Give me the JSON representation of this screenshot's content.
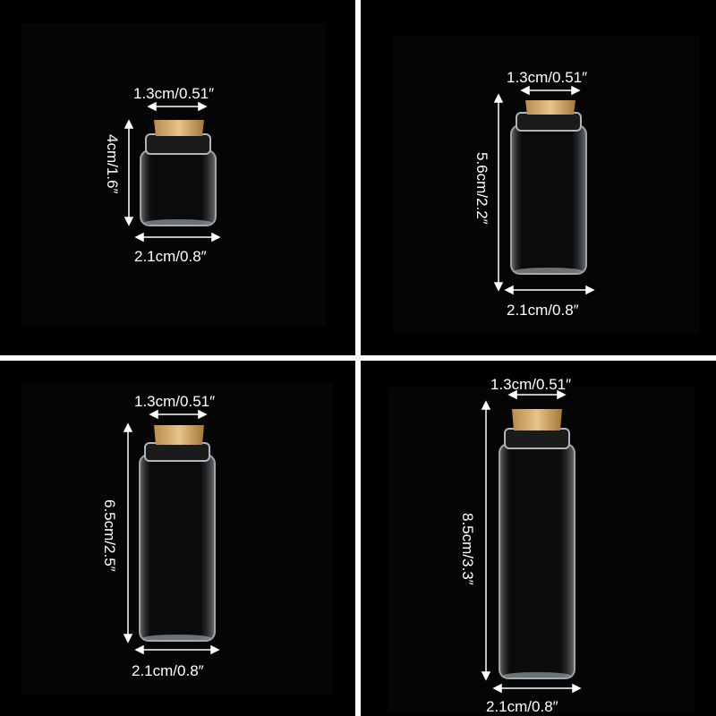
{
  "panels": [
    {
      "neck": "1.3cm/0.51″",
      "height": "4cm/1.6″",
      "width": "2.1cm/0.8″"
    },
    {
      "neck": "1.3cm/0.51″",
      "height": "5.6cm/2.2″",
      "width": "2.1cm/0.8″"
    },
    {
      "neck": "1.3cm/0.51″",
      "height": "6.5cm/2.5″",
      "width": "2.1cm/0.8″"
    },
    {
      "neck": "1.3cm/0.51″",
      "height": "8.5cm/3.3″",
      "width": "2.1cm/0.8″"
    }
  ]
}
